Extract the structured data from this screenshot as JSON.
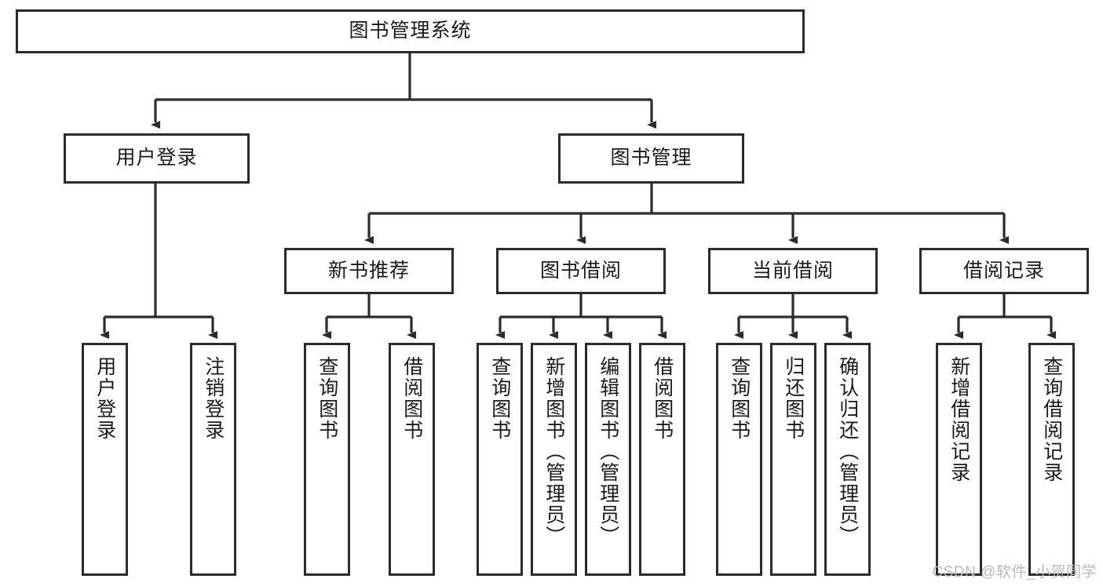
{
  "diagram": {
    "title_node": {
      "label": "图书管理系统"
    },
    "level1": [
      {
        "id": "user-login",
        "label": "用户登录"
      },
      {
        "id": "book-manage",
        "label": "图书管理"
      }
    ],
    "level2": [
      {
        "id": "new-book-recommend",
        "label": "新书推荐"
      },
      {
        "id": "book-borrow",
        "label": "图书借阅"
      },
      {
        "id": "current-borrow",
        "label": "当前借阅"
      },
      {
        "id": "borrow-record",
        "label": "借阅记录"
      }
    ],
    "leaves": {
      "user_login": [
        {
          "id": "leaf-user-login",
          "label": "用户登录"
        },
        {
          "id": "leaf-logout-login",
          "label": "注销登录"
        }
      ],
      "new_book_recommend": [
        {
          "id": "leaf-query-book-1",
          "label": "查询图书"
        },
        {
          "id": "leaf-borrow-book-1",
          "label": "借阅图书"
        }
      ],
      "book_borrow": [
        {
          "id": "leaf-query-book-2",
          "label": "查询图书"
        },
        {
          "id": "leaf-add-book",
          "label": "新增图书（管理员）"
        },
        {
          "id": "leaf-edit-book",
          "label": "编辑图书（管理员）"
        },
        {
          "id": "leaf-borrow-book-2",
          "label": "借阅图书"
        }
      ],
      "current_borrow": [
        {
          "id": "leaf-query-book-3",
          "label": "查询图书"
        },
        {
          "id": "leaf-return-book",
          "label": "归还图书"
        },
        {
          "id": "leaf-confirm-return",
          "label": "确认归还（管理员）"
        }
      ],
      "borrow_record": [
        {
          "id": "leaf-add-record",
          "label": "新增借阅记录"
        },
        {
          "id": "leaf-query-record",
          "label": "查询借阅记录"
        }
      ]
    }
  },
  "watermark": {
    "text": "CSDN @软件_小贺同学"
  },
  "colors": {
    "border": "#2b2b2b",
    "background": "#ffffff",
    "text": "#1a1a1a",
    "watermark": "#b9b9b9"
  }
}
